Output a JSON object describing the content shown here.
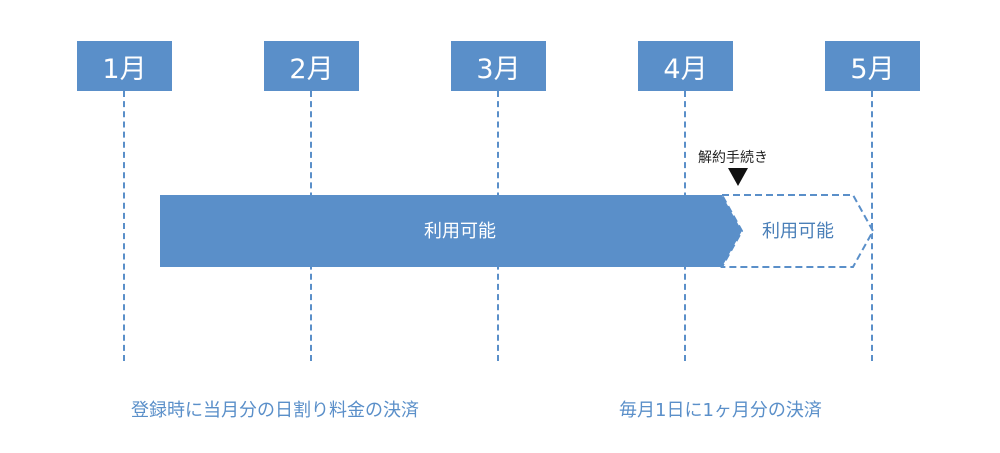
{
  "months": [
    "1月",
    "2月",
    "3月",
    "4月",
    "5月"
  ],
  "bars": {
    "main_label": "利用可能",
    "extension_label": "利用可能"
  },
  "cancellation": {
    "label": "解約手続き"
  },
  "captions": {
    "left": "登録時に当月分の日割り料金の決済",
    "right": "毎月1日に1ヶ月分の決済"
  },
  "colors": {
    "accent": "#5a8fc9",
    "background": "#ffffff"
  },
  "icons": {
    "cancel_marker": "down-triangle-icon"
  }
}
